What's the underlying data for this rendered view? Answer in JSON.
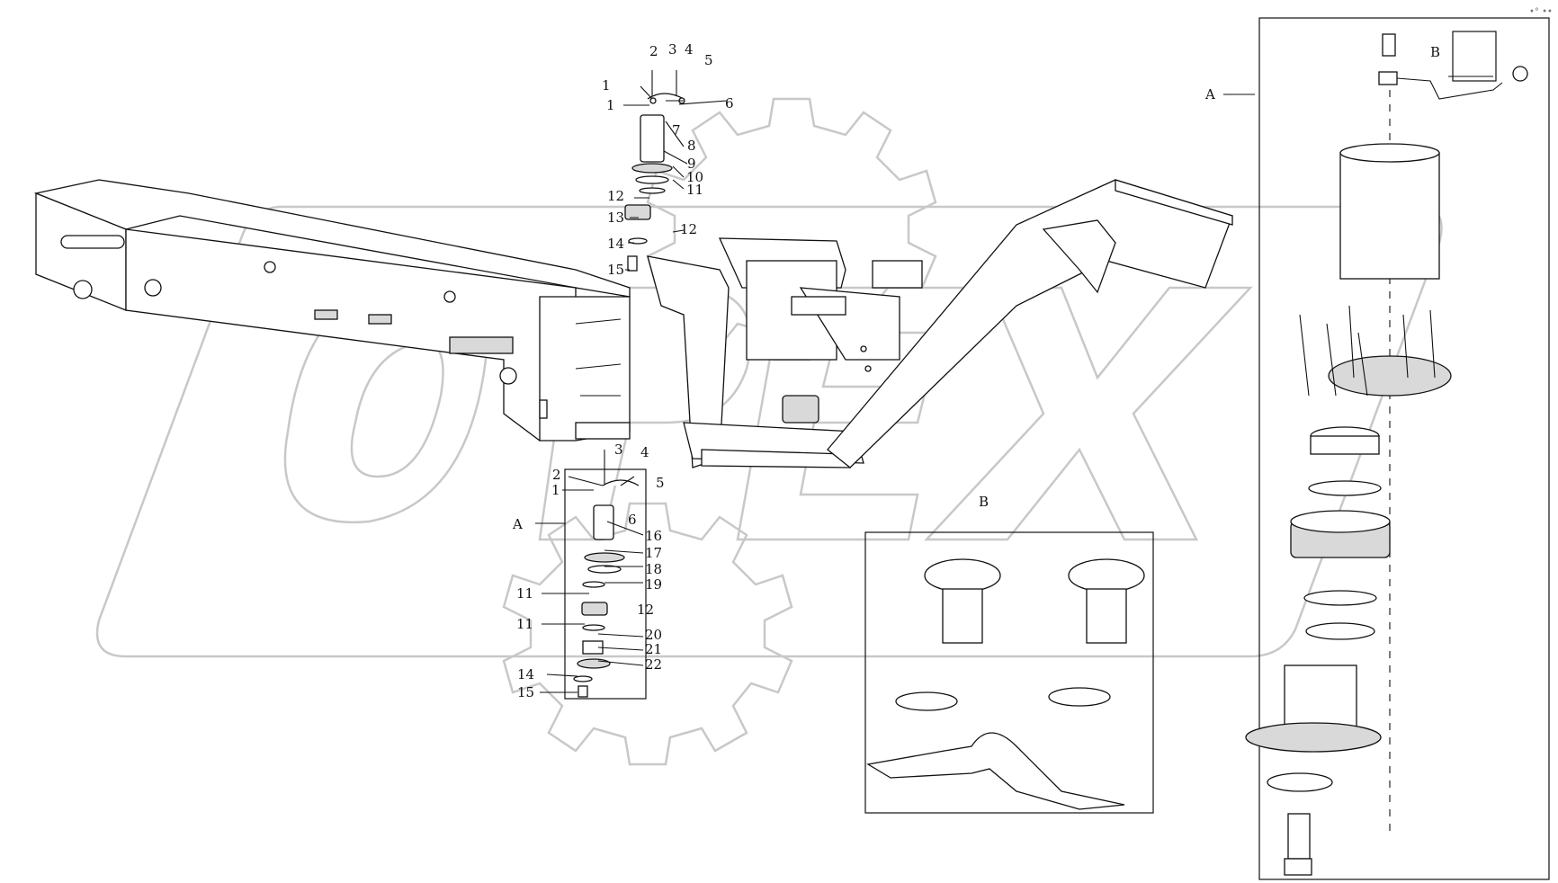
{
  "watermark": {
    "text": "OPEX"
  },
  "callouts": {
    "top": [
      "1",
      "1",
      "2",
      "3",
      "4",
      "5",
      "6",
      "7",
      "8",
      "9",
      "10",
      "11",
      "12",
      "13",
      "12",
      "14",
      "15"
    ],
    "left": [
      "2",
      "1",
      "3",
      "4",
      "5",
      "6",
      "16",
      "17",
      "18",
      "19",
      "11",
      "12",
      "11",
      "20",
      "21",
      "22",
      "14",
      "15"
    ]
  },
  "labels": {
    "a_main": "A",
    "a_right": "A",
    "b_right": "B",
    "b_mid": "B"
  },
  "corner_mark": "•°  ••"
}
